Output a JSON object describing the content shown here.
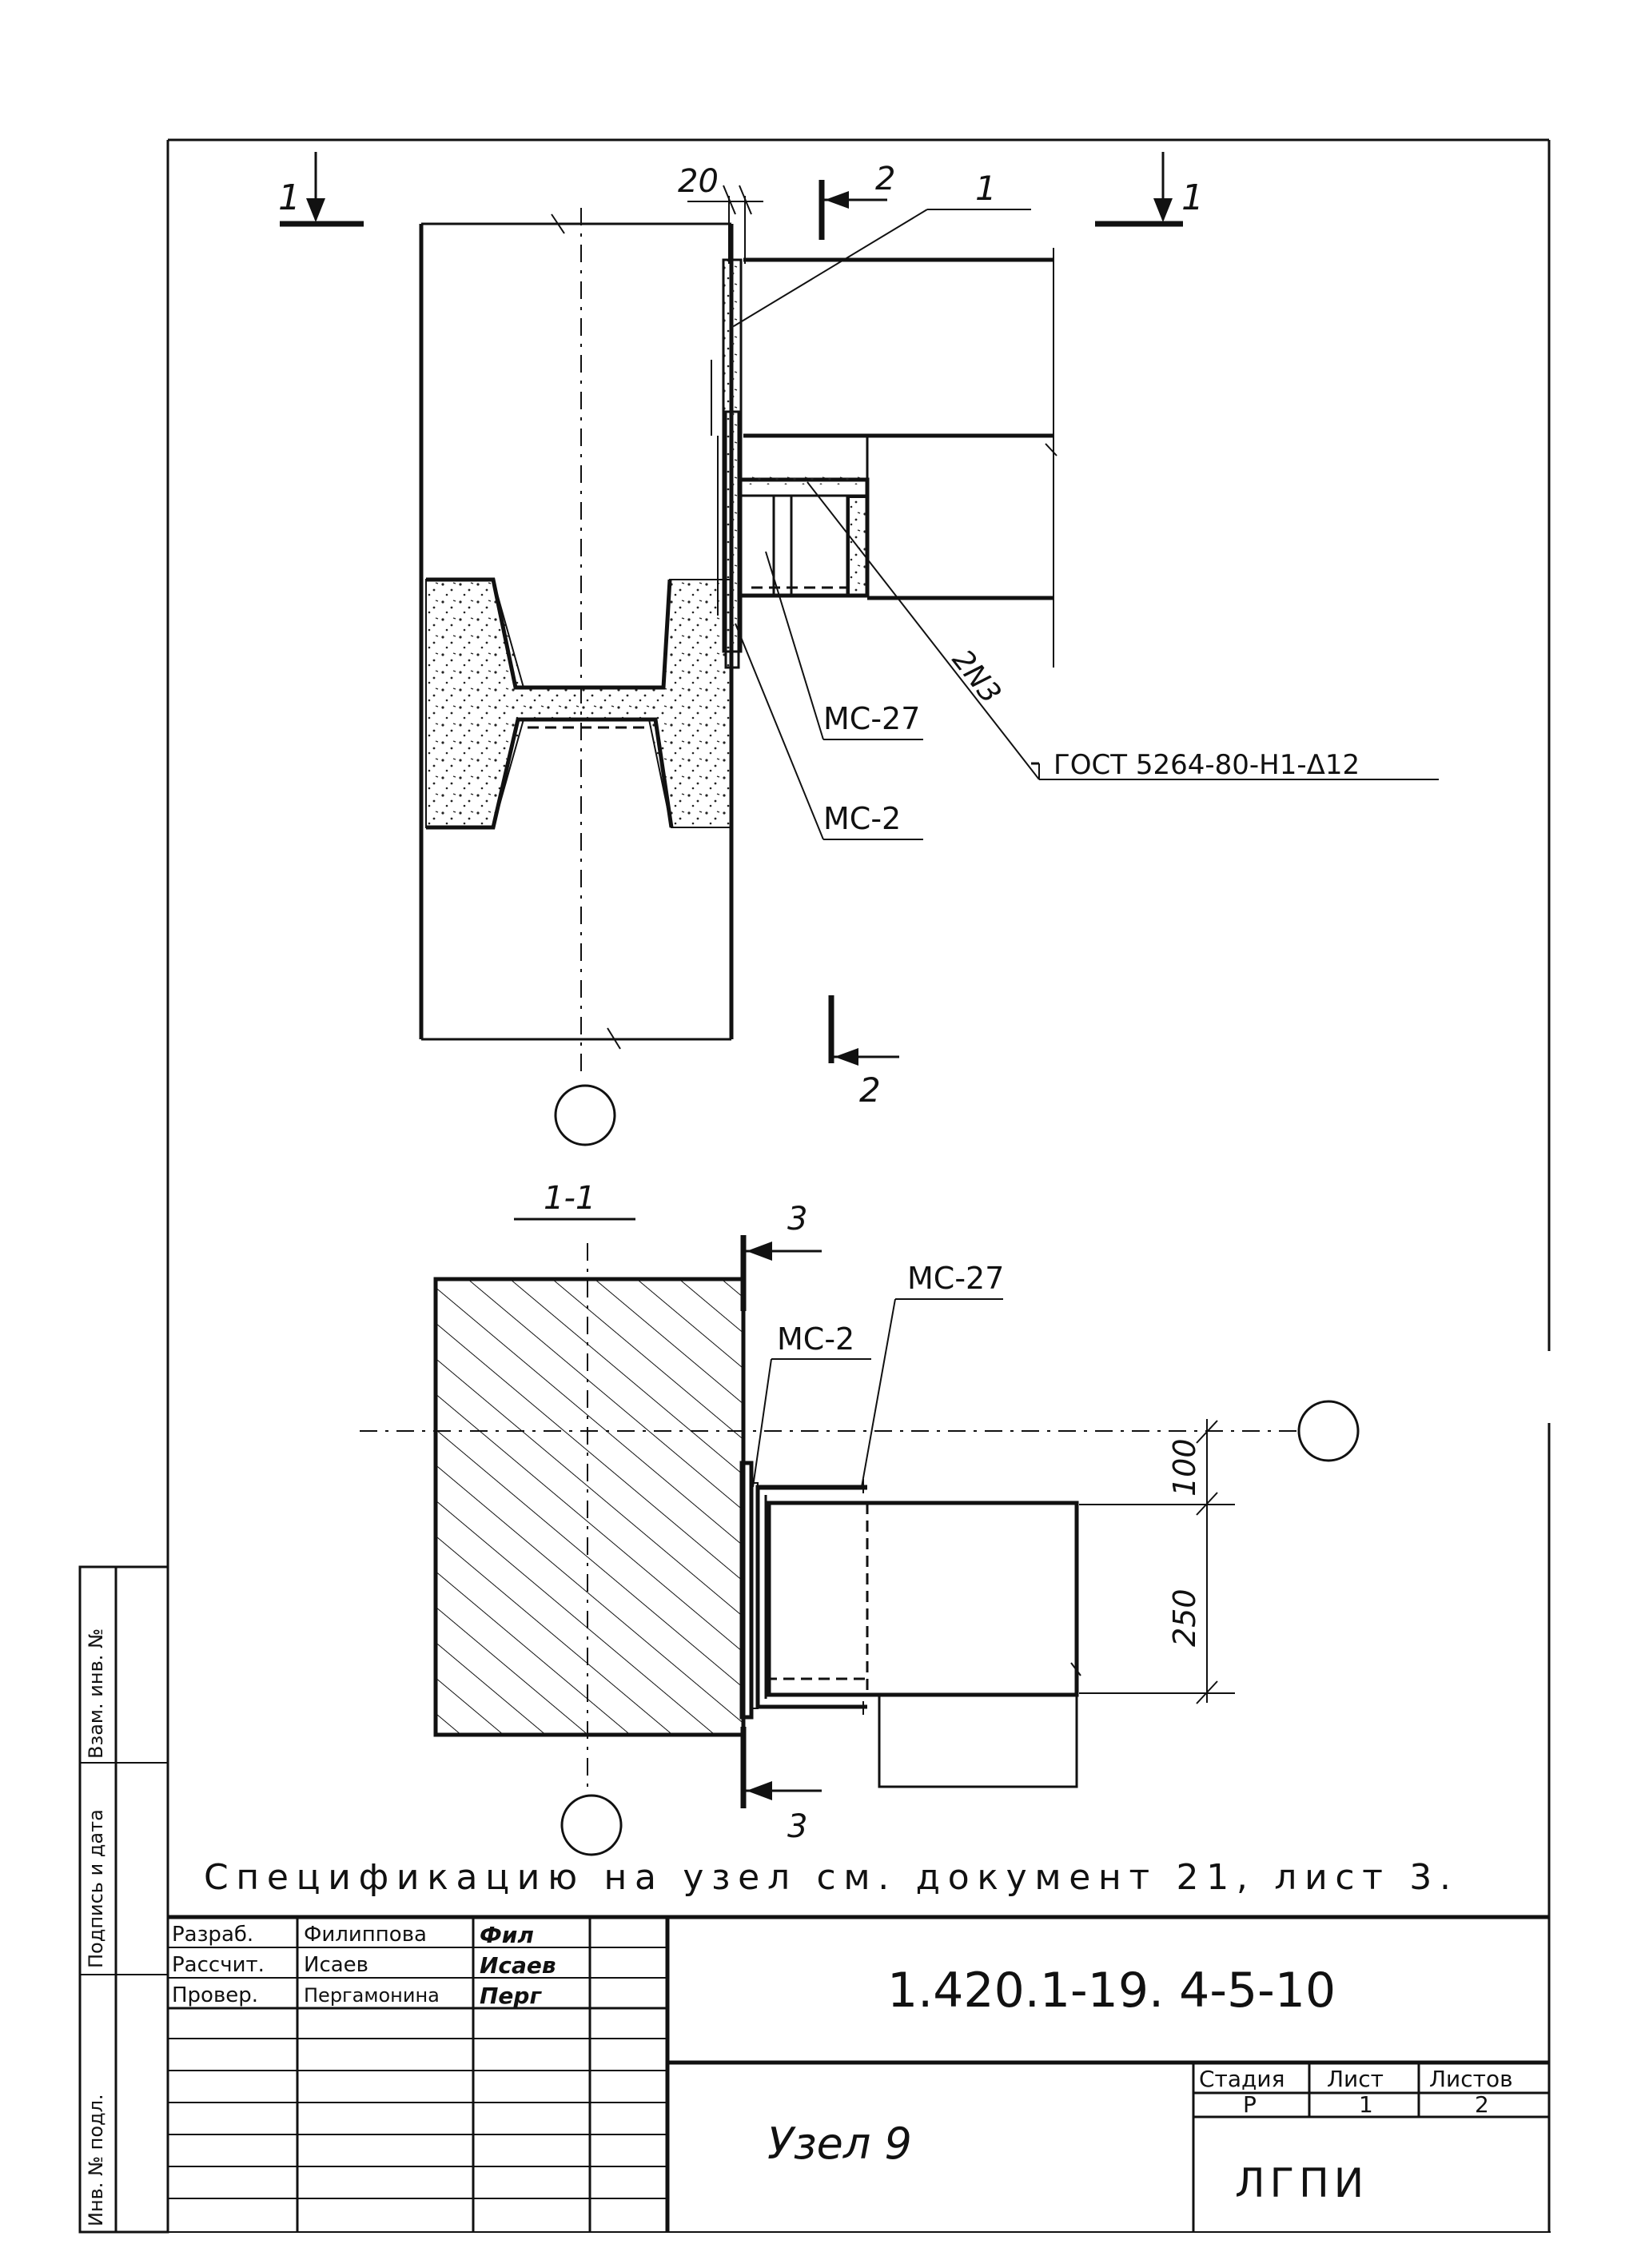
{
  "plan_view": {
    "section_marks": {
      "left_number": "1",
      "right_number": "1",
      "top_cut_number": "2",
      "bottom_cut_number": "2"
    },
    "dimension": "20",
    "callouts": {
      "item_1": "1",
      "item_2n3": "2N3",
      "part_ms27": "МС-27",
      "part_ms2": "МС-2",
      "weld_note": "ГОСТ 5264-80-Н1-Δ12"
    }
  },
  "section_view": {
    "title": "1-1",
    "cut_number_top": "3",
    "cut_number_bottom": "3",
    "callouts": {
      "part_ms27": "МС-27",
      "part_ms2": "МС-2"
    },
    "dimensions": {
      "upper": "100",
      "lower": "250"
    }
  },
  "spec_note": "Спецификацию на узел см. документ 21, лист 3.",
  "side_stamp": {
    "fields": [
      "Взам. инв. №",
      "Подпись и дата",
      "Инв. № подл."
    ]
  },
  "title_block": {
    "roles": [
      {
        "role": "Разраб.",
        "name": "Филиппова",
        "signature": "Фил"
      },
      {
        "role": "Рассчит.",
        "name": "Исаев",
        "signature": "Исаев"
      },
      {
        "role": "Провер.",
        "name": "Пергамонина",
        "signature": "Перг"
      }
    ],
    "doc_code": "1.420.1-19. 4-5-10",
    "drawing_name": "Узел 9",
    "headers": {
      "stage": "Стадия",
      "sheet": "Лист",
      "sheets": "Листов"
    },
    "values": {
      "stage": "Р",
      "sheet": "1",
      "sheets": "2"
    },
    "organization": "ЛГПИ"
  }
}
